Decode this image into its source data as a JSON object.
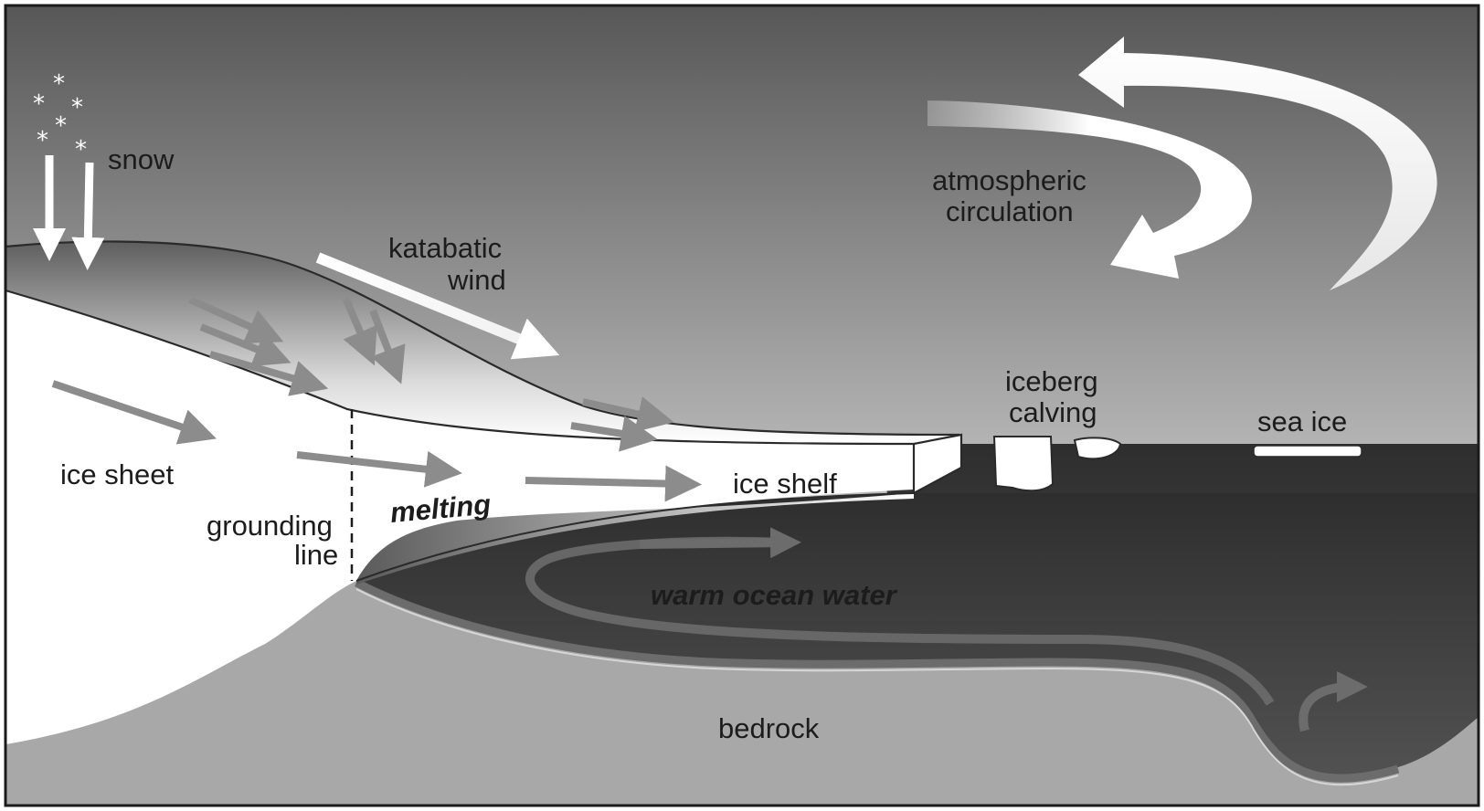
{
  "labels": {
    "snow": "snow",
    "katabatic_line1": "katabatic",
    "katabatic_line2": "wind",
    "atmospheric_line1": "atmospheric",
    "atmospheric_line2": "circulation",
    "iceberg_line1": "iceberg",
    "iceberg_line2": "calving",
    "sea_ice": "sea ice",
    "ice_sheet": "ice sheet",
    "ice_shelf": "ice shelf",
    "grounding_line1": "grounding",
    "grounding_line2": "line",
    "melting": "melting",
    "warm_ocean_water": "warm ocean water",
    "bedrock": "bedrock"
  },
  "colors": {
    "sky_top": "#5a5a5a",
    "sky_bottom": "#f2f2f2",
    "ice": "#ffffff",
    "ocean": "#3c3c3c",
    "bedrock": "#a8a8a8",
    "flow_arrow": "#8c8c8c",
    "warm_current": "#6c6c6c"
  }
}
